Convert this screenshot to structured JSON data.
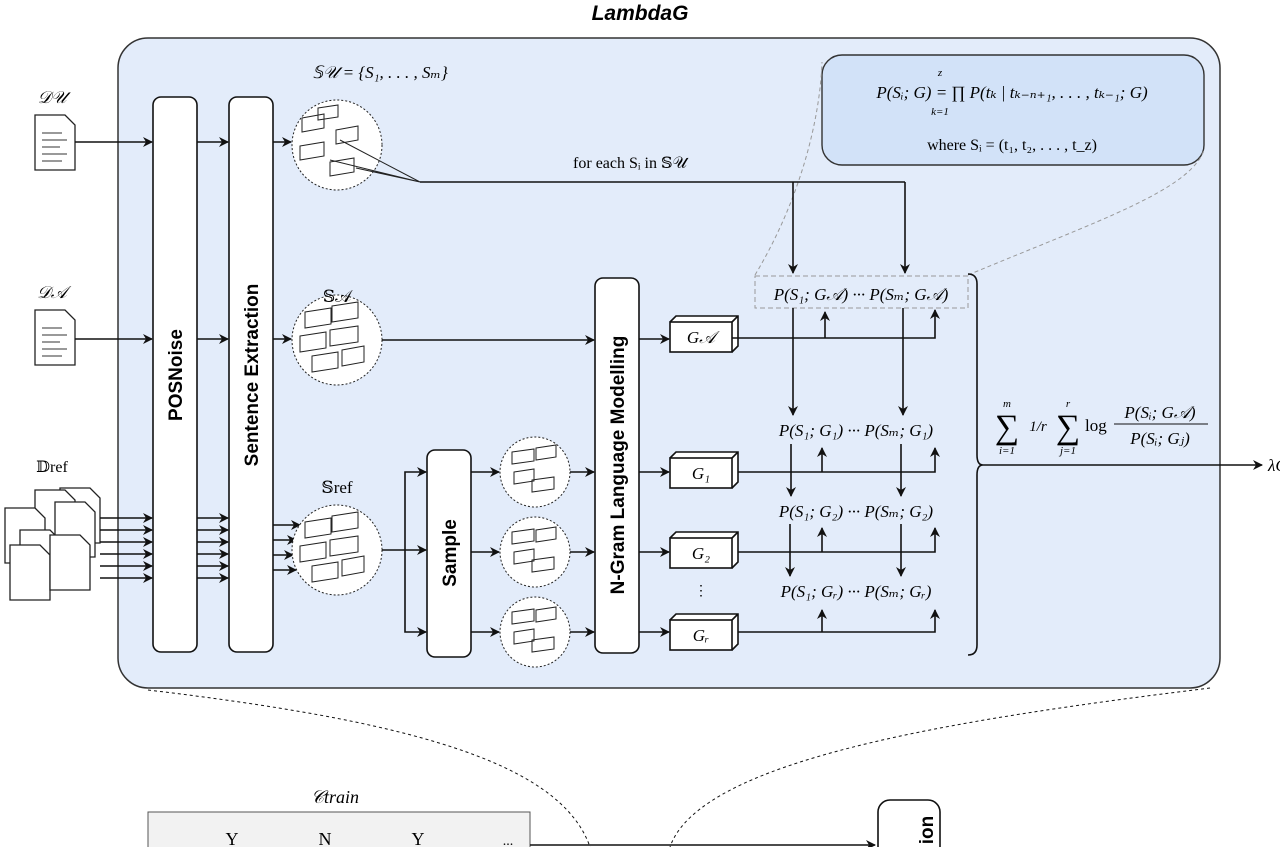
{
  "title": "LambdaG",
  "inputs": {
    "d_unknown": "𝒟𝒰",
    "d_author": "𝒟𝒜",
    "d_ref": "𝔻ref"
  },
  "stages": {
    "posnoise": "POSNoise",
    "sentence_extraction": "Sentence Extraction",
    "sample": "Sample",
    "ngram": "N-Gram Language Modelling"
  },
  "sets": {
    "s_unknown": "𝕊𝒰 = {S₁, . . . , Sₘ}",
    "s_author": "𝕊𝒜",
    "s_ref": "𝕊ref"
  },
  "loop_label": "for each Sᵢ in 𝕊𝒰",
  "models": [
    "G𝒜",
    "G₁",
    "G₂",
    "Gᵣ"
  ],
  "model_ellipsis": "⋮",
  "probability_rows": [
    "P(S₁; G𝒜) ··· P(Sₘ; G𝒜)",
    "P(S₁; G₁) ··· P(Sₘ; G₁)",
    "P(S₁; G₂) ··· P(Sₘ; G₂)",
    "P(S₁; Gᵣ) ··· P(Sₘ; Gᵣ)"
  ],
  "formula_box": {
    "line1": "P(Sᵢ; G) = ∏ P(tₖ | tₖ₋ₙ₊₁, . . . , tₖ₋₁; G)",
    "prod_top": "z",
    "prod_bottom": "k=1",
    "line2": "where Sᵢ = (t₁, t₂, . . . , t_z)"
  },
  "score_formula": {
    "sum1_top": "m",
    "sum1_bottom": "i=1",
    "frac": "1/r",
    "sum2_top": "r",
    "sum2_bottom": "j=1",
    "log": "log",
    "numerator": "P(Sᵢ; G𝒜)",
    "denominator": "P(Sᵢ; Gⱼ)"
  },
  "output": "λG",
  "bottom": {
    "train_label": "𝒞train",
    "table_values": [
      "Y",
      "N",
      "Y",
      "..."
    ],
    "partial_box_label": "ion"
  },
  "colors": {
    "panel": "#e3ecfa",
    "formula_box": "#d2e2f8"
  }
}
